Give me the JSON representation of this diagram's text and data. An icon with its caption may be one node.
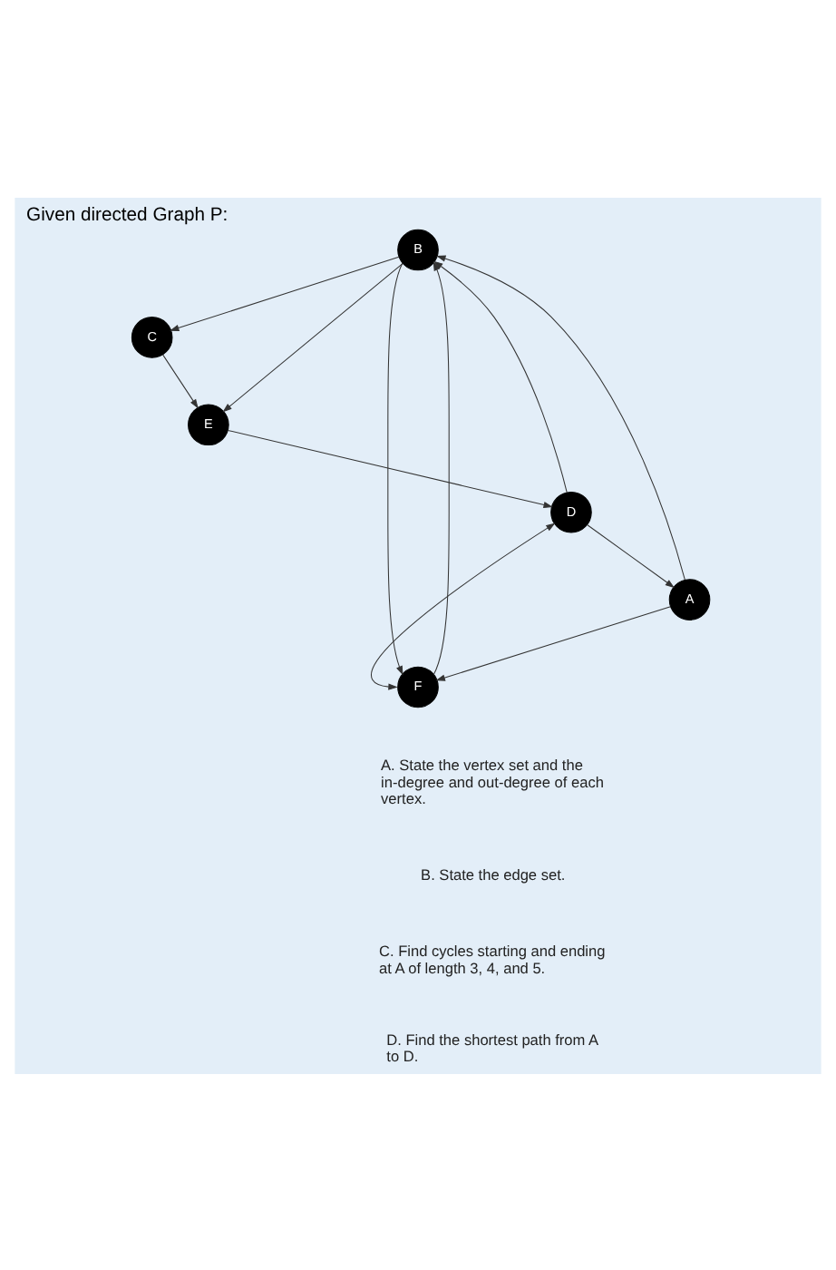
{
  "diagram": {
    "title": "Given directed Graph P:",
    "nodes": [
      {
        "text": [
          "B"
        ]
      },
      {
        "text": [
          "C"
        ]
      },
      {
        "text": [
          "A"
        ]
      },
      {
        "text": [
          "D"
        ]
      },
      {
        "text": [
          "F"
        ]
      },
      {
        "text": [
          "E"
        ]
      }
    ],
    "edges": [
      {
        "from": 0,
        "to": 1,
        "arrow": "to"
      },
      {
        "from": 2,
        "to": 0,
        "arrow": "to"
      },
      {
        "from": 3,
        "to": 0,
        "arrow": "to"
      },
      {
        "from": 3,
        "to": 2,
        "arrow": "to"
      },
      {
        "from": 2,
        "to": 4,
        "arrow": "to"
      },
      {
        "from": 4,
        "to": 0,
        "arrow": "to"
      },
      {
        "from": 0,
        "to": 4,
        "arrow": "to"
      },
      {
        "from": 0,
        "to": 5,
        "arrow": "to"
      },
      {
        "from": 1,
        "to": 5,
        "arrow": "to"
      },
      {
        "from": 5,
        "to": 3,
        "arrow": "to"
      },
      {
        "from": 4,
        "to": 3,
        "arrow": "both"
      }
    ],
    "labels": [
      "A. State the vertex set and the in-degree and out-degree of each vertex.",
      "B. State the edge set.",
      "C. Find cycles starting and ending at A of length 3, 4, and 5.",
      "D. Find the shortest path from A to D."
    ]
  }
}
